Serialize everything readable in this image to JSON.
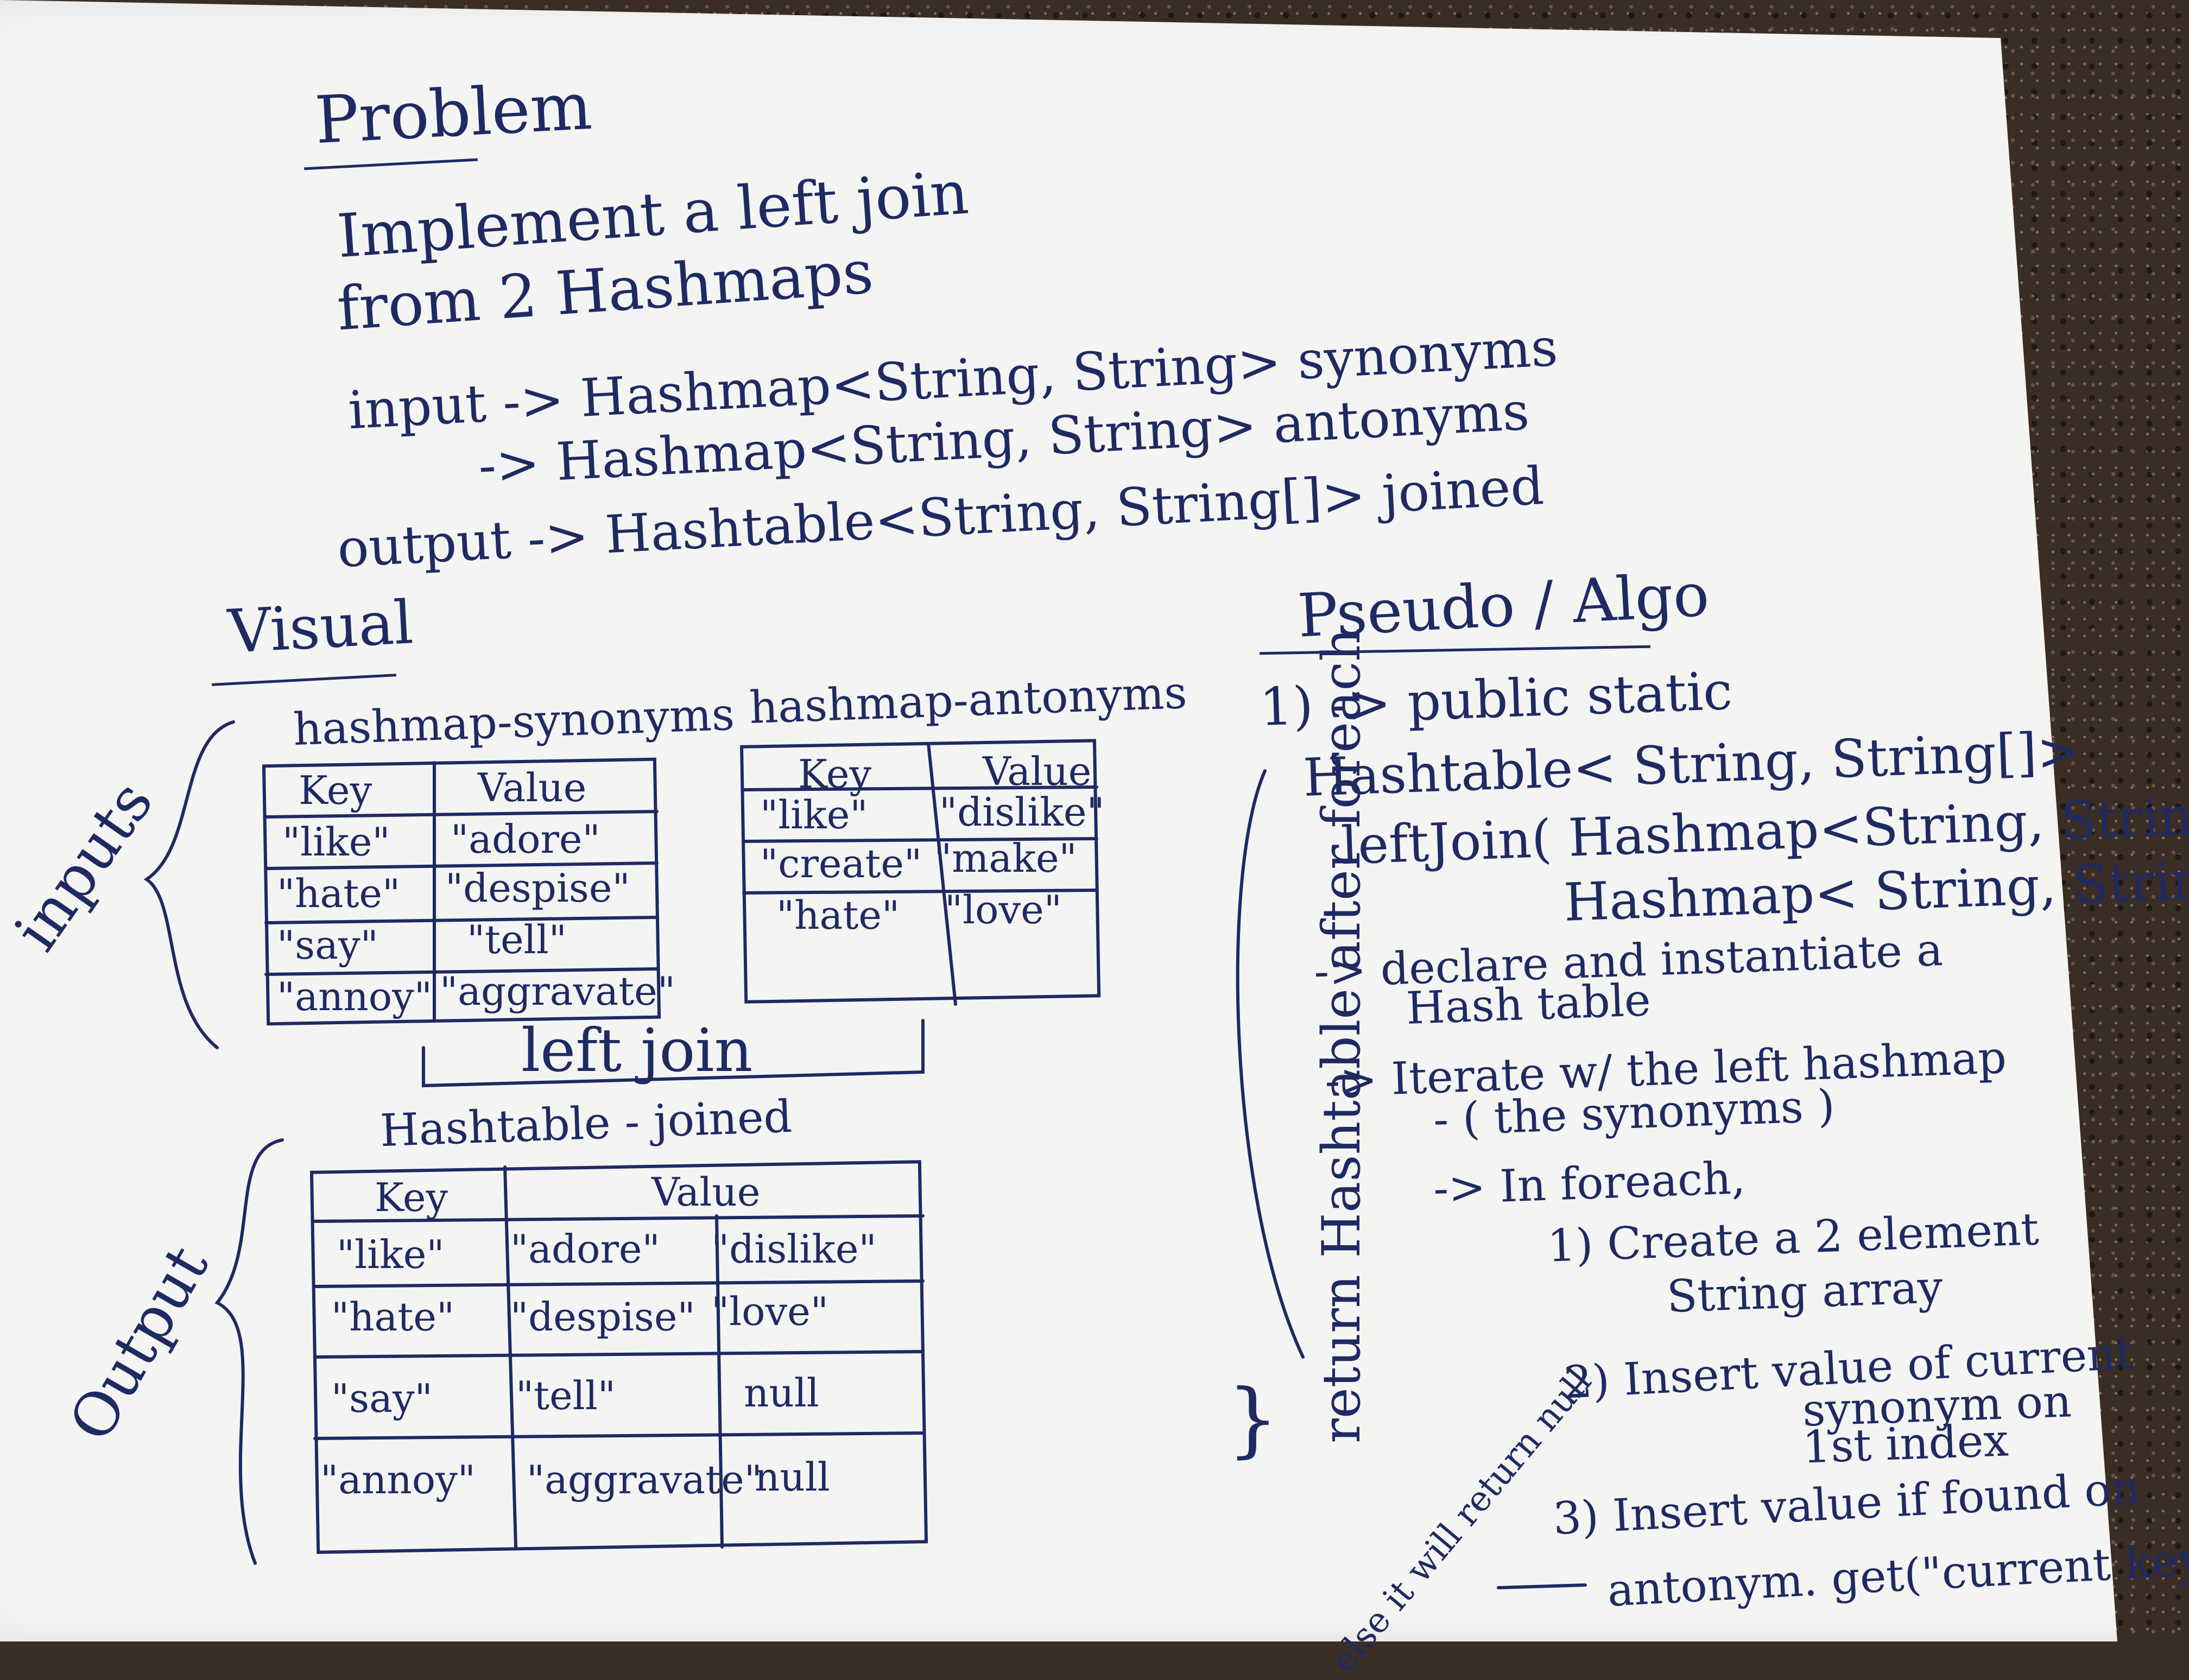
{
  "problem": {
    "heading": "Problem",
    "line1": "Implement a left join",
    "line2": "from 2 Hashmaps",
    "input1": "input -> Hashmap<String, String> synonyms",
    "input2": "-> Hashmap<String, String> antonyms",
    "output": "output -> Hashtable<String, String[]> joined"
  },
  "visual": {
    "heading": "Visual",
    "inputs_label": "inputs",
    "output_label": "Output",
    "synonyms": {
      "title": "hashmap-synonyms",
      "headers": [
        "Key",
        "Value"
      ],
      "rows": [
        [
          "\"like\"",
          "\"adore\""
        ],
        [
          "\"hate\"",
          "\"despise\""
        ],
        [
          "\"say\"",
          "\"tell\""
        ],
        [
          "\"annoy\"",
          "\"aggravate\""
        ]
      ]
    },
    "antonyms": {
      "title": "hashmap-antonyms",
      "headers": [
        "Key",
        "Value"
      ],
      "rows": [
        [
          "\"like\"",
          "\"dislike\""
        ],
        [
          "\"create\"",
          "\"make\""
        ],
        [
          "\"hate\"",
          "\"love\""
        ]
      ]
    },
    "join_label": "left join",
    "joined": {
      "title": "Hashtable - joined",
      "headers": [
        "Key",
        "Value"
      ],
      "rows": [
        [
          "\"like\"",
          "\"adore\"",
          "\"dislike\""
        ],
        [
          "\"hate\"",
          "\"despise\"",
          "\"love\""
        ],
        [
          "\"say\"",
          "\"tell\"",
          "null"
        ],
        [
          "\"annoy\"",
          "\"aggravate\"",
          "null"
        ]
      ]
    },
    "return_label": "return Hashtable after foreach"
  },
  "pseudo": {
    "heading": "Pseudo / Algo",
    "step1a": "1) -> public static",
    "step1b": "Hashtable< String, String[]>",
    "step1c": "leftJoin( Hashmap<String, String s,",
    "step1d": "Hashmap< String, String a){",
    "declare1": "-> declare and instantiate a",
    "declare2": "Hash table",
    "iterate1": "-> Iterate w/ the left hashmap",
    "iterate2": "- ( the synonyms )",
    "foreach": "-> In foreach,",
    "sub1a": "1) Create a 2 element",
    "sub1b": "String array",
    "sub2a": "2) Insert value of current",
    "sub2b": "synonym on",
    "sub2c": "1st index",
    "sub3a": "3) Insert value if found on",
    "sub3b": "antonym. get(\"current key\")",
    "else_note": "else it will return null",
    "close_brace": "}"
  },
  "colors": {
    "ink": "#1f2a63",
    "paper": "#f4f4f2",
    "counter": "#3a2d25"
  }
}
